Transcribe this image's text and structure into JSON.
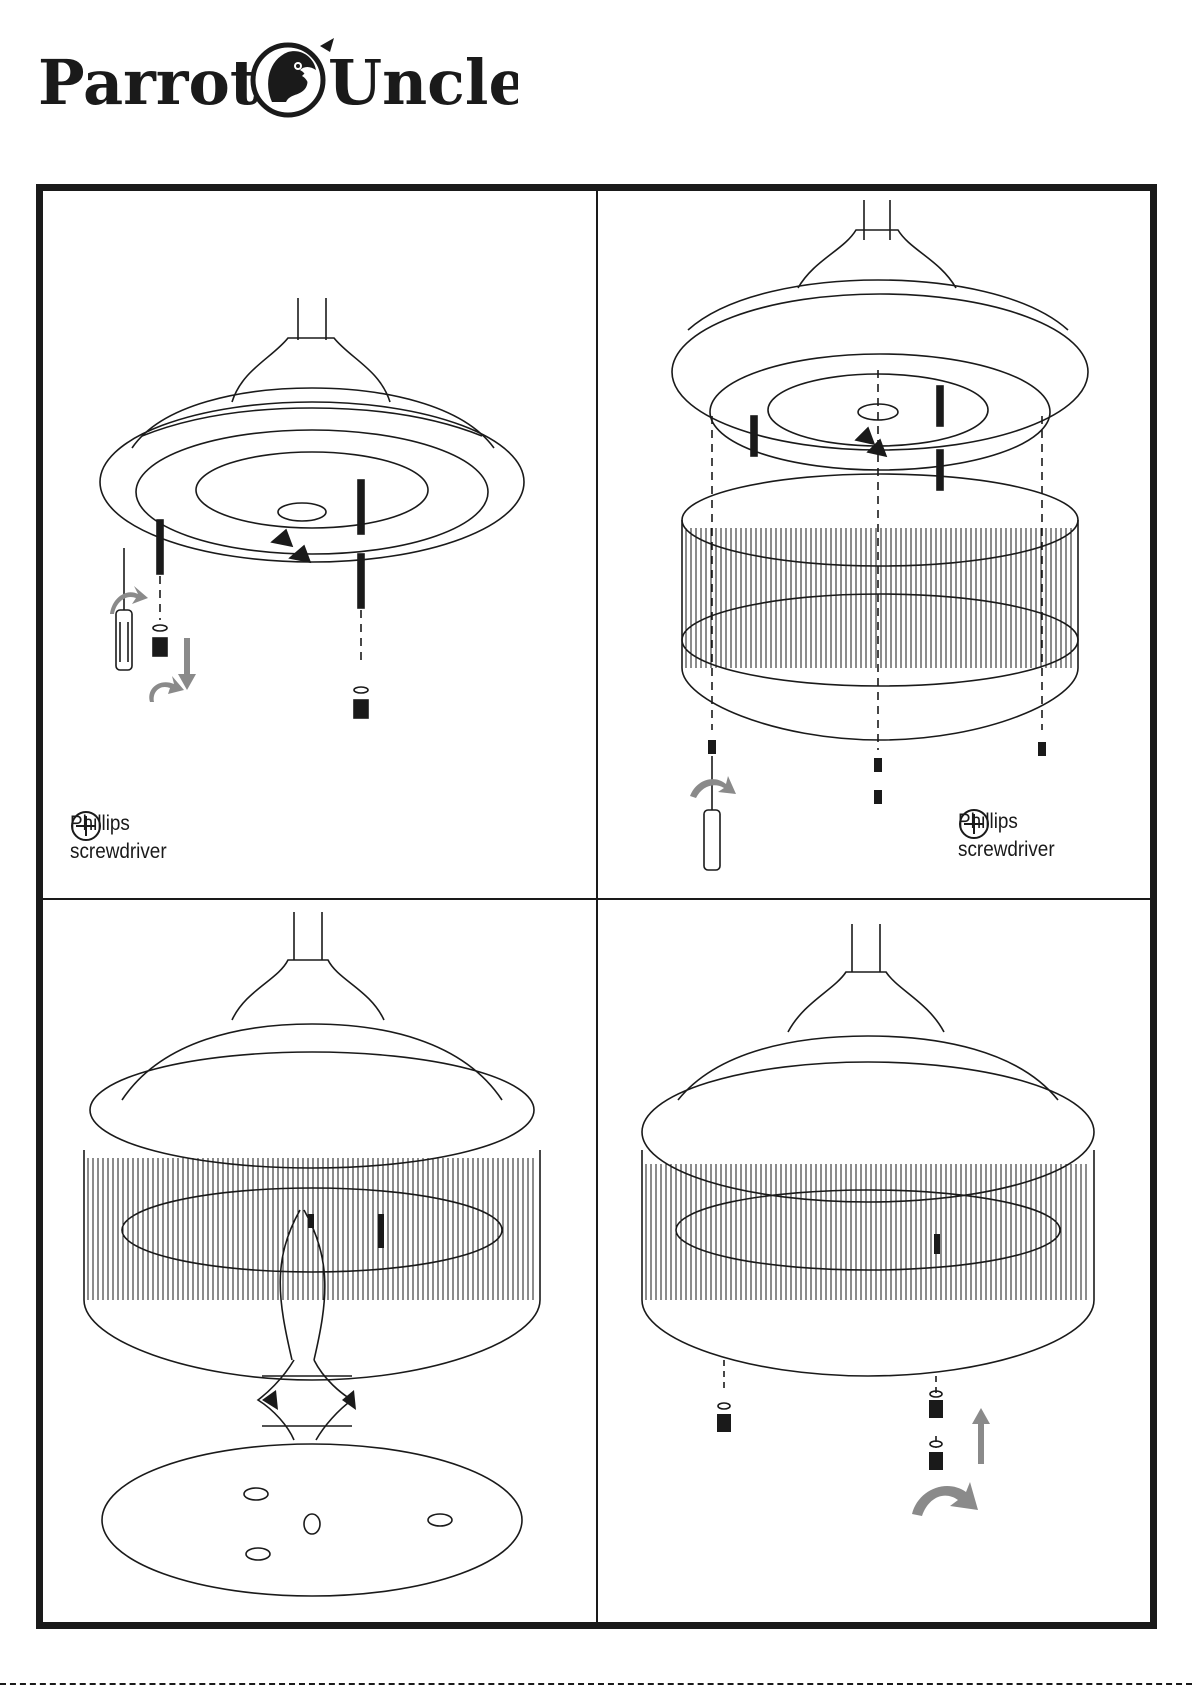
{
  "brand": {
    "name_left": "Parrot",
    "name_right": "Uncle"
  },
  "panels": [
    {
      "step": "remove-screws-and-nuts",
      "tool_label_line1": "Phillips",
      "tool_label_line2": "screwdriver"
    },
    {
      "step": "attach-shade-with-screws",
      "tool_label_line1": "Phillips",
      "tool_label_line2": "screwdriver"
    },
    {
      "step": "connect-wires-to-light-plate"
    },
    {
      "step": "secure-light-plate-with-nuts"
    }
  ],
  "icons": {
    "phillips": "phillips-head-icon",
    "arrow_down": "arrow-down-icon",
    "arrow_up": "arrow-up-icon",
    "rotate": "rotate-arrow-icon"
  },
  "colors": {
    "ink": "#1a1a1a",
    "arrow_gray": "#8a8a8a",
    "paper": "#ffffff"
  }
}
